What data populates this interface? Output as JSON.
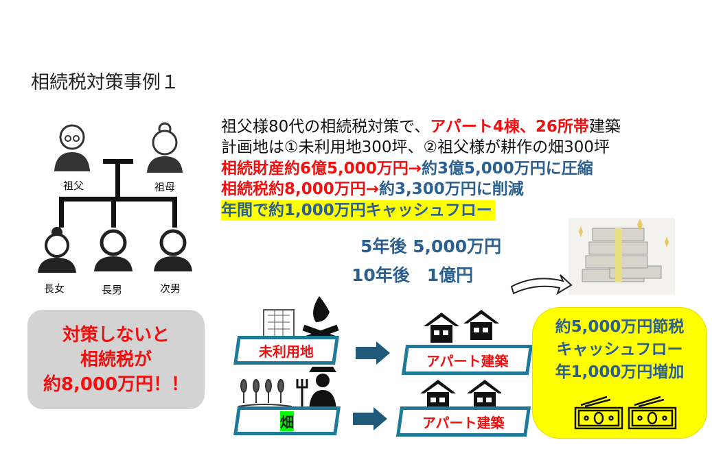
{
  "title": "相続税対策事例１",
  "family": {
    "grandfather": "祖父",
    "grandmother": "祖母",
    "eldest_daughter": "長女",
    "eldest_son": "長男",
    "second_son": "次男"
  },
  "warning": {
    "line1": "対策しないと",
    "line2": "相続税が",
    "line3": "約8,000万円！！"
  },
  "summary": {
    "line1_a": "祖父様80代の相続税対策で、",
    "line1_b": "アパート4棟、26所帯",
    "line1_c": "建築",
    "line2": "計画地は①未利用地300坪、②祖父様が耕作の畑300坪",
    "line3_a": "相続財産約6億5,000万円→",
    "line3_b": "約3億5,000万円に圧縮",
    "line4_a": "相続税約8,000万円→",
    "line4_b": "約3,300万円に削減",
    "line5": "年間で約1,000万円キャッシュフロー"
  },
  "projection": {
    "year5": "5年後 5,000万円",
    "year10": "10年後　1億円"
  },
  "land": {
    "unused": "未利用地",
    "field": "畑"
  },
  "build": {
    "label1": "アパート建築",
    "label2": "アパート建築"
  },
  "result": {
    "line1": "約5,000万円節税",
    "line2": "キャッシュフロー",
    "line3": "年1,000万円増加"
  },
  "colors": {
    "red": "#f01010",
    "blue": "#2a5f8f",
    "yellow": "#ffff00",
    "teal": "#1f7a9a"
  }
}
